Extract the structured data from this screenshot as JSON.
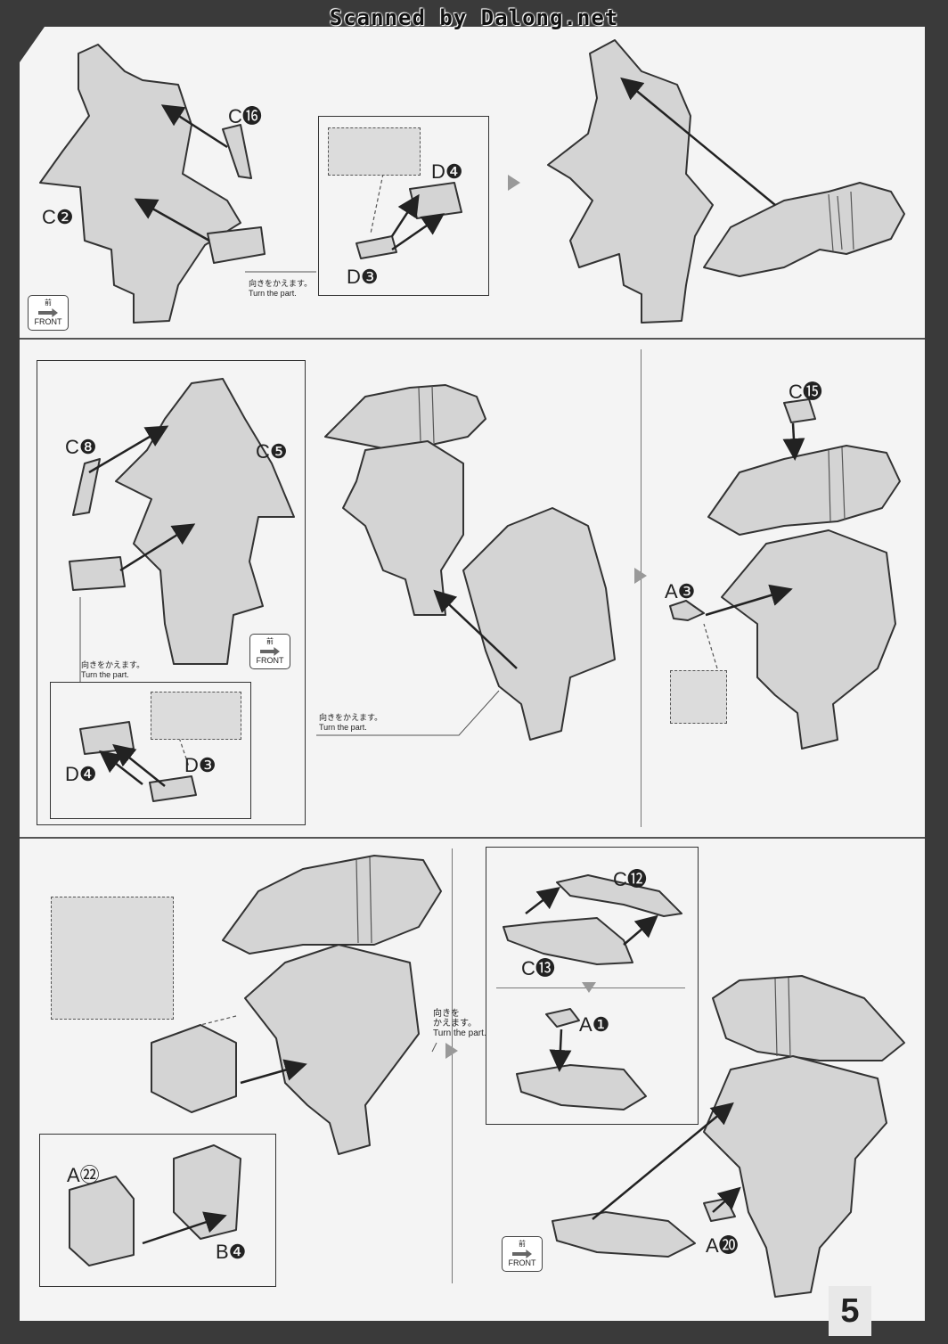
{
  "watermark": "Scanned by Dalong.net",
  "page_number": "5",
  "front_badge": {
    "kanji": "前",
    "text": "FRONT"
  },
  "notes": {
    "turn_jp": "向きをかえます。",
    "turn_en": "Turn the part.",
    "turn_jp_split_1": "向きを",
    "turn_jp_split_2": "かえます。"
  },
  "step1": {
    "c16": "C⓰",
    "c2": "C❷",
    "d4": "D❹",
    "d3": "D❸"
  },
  "step3": {
    "c8": "C❽",
    "c5": "C❺",
    "d4": "D❹",
    "d3": "D❸"
  },
  "step4": {
    "c15": "C⓯",
    "a3": "A❸"
  },
  "step5": {
    "a22": "A㉒",
    "b4": "B❹"
  },
  "step6": {
    "c12": "C⓬",
    "c13": "C⓭",
    "a1": "A❶",
    "a20": "A⓴"
  }
}
